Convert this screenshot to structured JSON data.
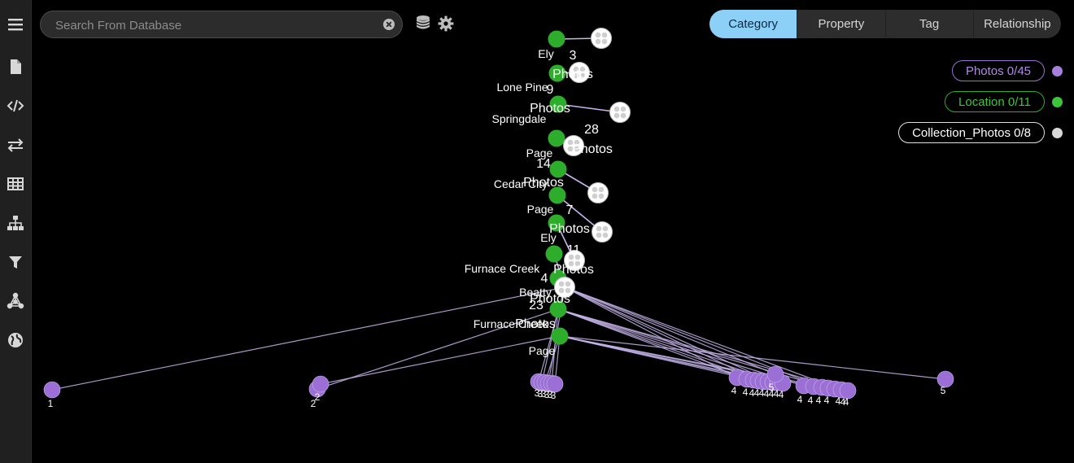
{
  "search": {
    "placeholder": "Search From Database",
    "value": ""
  },
  "sidebar": {
    "items": [
      {
        "icon": "menu-icon"
      },
      {
        "icon": "document-icon"
      },
      {
        "icon": "code-icon"
      },
      {
        "icon": "transfer-arrows-icon"
      },
      {
        "icon": "table-icon"
      },
      {
        "icon": "hierarchy-icon"
      },
      {
        "icon": "filter-icon"
      },
      {
        "icon": "network-icon"
      },
      {
        "icon": "globe-icon"
      }
    ]
  },
  "toolbar": {
    "database_icon": "database-icon",
    "settings_icon": "gear-icon"
  },
  "tabs": [
    {
      "label": "Category",
      "active": true
    },
    {
      "label": "Property",
      "active": false
    },
    {
      "label": "Tag",
      "active": false
    },
    {
      "label": "Relationship",
      "active": false
    }
  ],
  "legend": [
    {
      "label": "Photos 0/45",
      "color": "#a67fdc"
    },
    {
      "label": "Location 0/11",
      "color": "#3ec43a"
    },
    {
      "label": "Collection_Photos 0/8",
      "color": "#d8d8d8"
    }
  ],
  "colors": {
    "photos": "#9b6fd6",
    "location": "#2eac2b",
    "collection": "#ffffff",
    "edge": "#c6b4ea"
  },
  "graph": {
    "location_labels": [
      "Ely",
      "Lone Pine",
      "Springdale",
      "Page",
      "Cedar City",
      "Page",
      "Ely",
      "Furnace Creek",
      "Beatty",
      "Furnace Creek",
      "Page"
    ],
    "collection_counts": [
      "3",
      "9",
      "28",
      "14",
      "7",
      "11",
      "4",
      "23"
    ],
    "collection_name": "Photos",
    "photo_labels": [
      "1",
      "2",
      "2",
      "3",
      "3",
      "3",
      "3",
      "3",
      "3",
      "4",
      "4",
      "4",
      "4",
      "4",
      "4",
      "4",
      "4",
      "4",
      "5",
      "4",
      "4",
      "4",
      "4",
      "4",
      "4",
      "4",
      "5"
    ]
  }
}
